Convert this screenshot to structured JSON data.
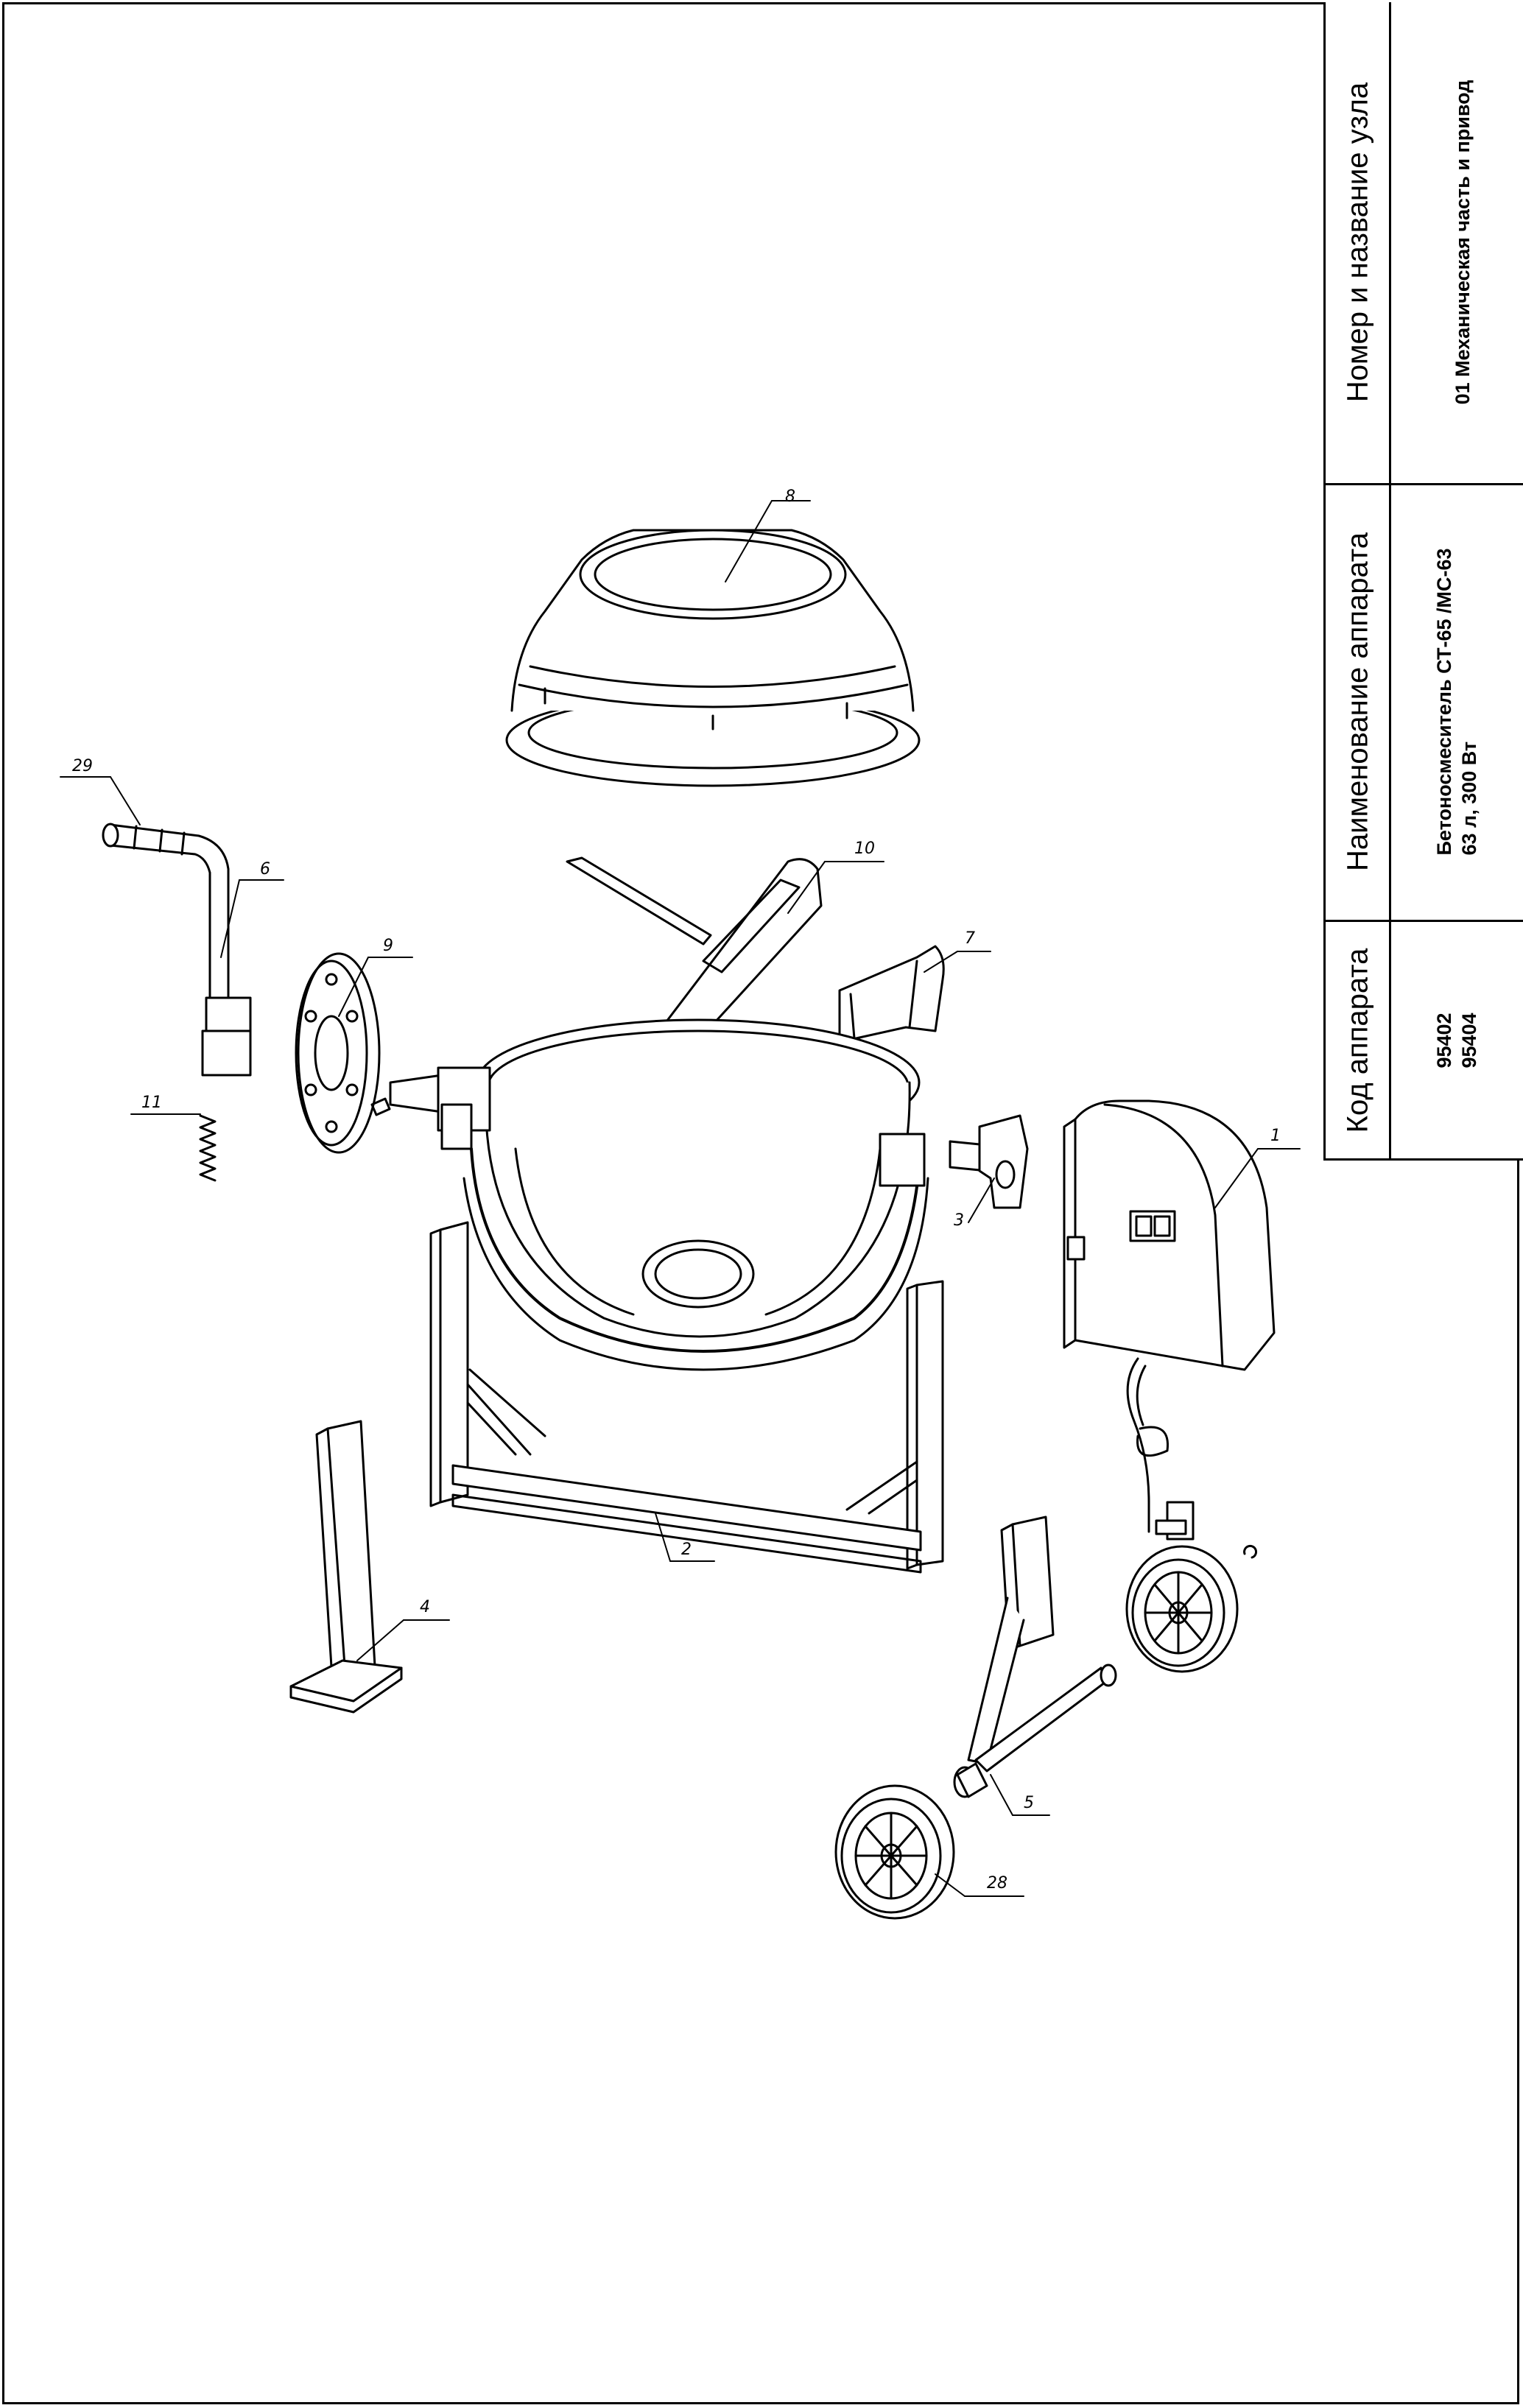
{
  "title_block": {
    "code_header": "Код аппарата",
    "code_values": [
      "95402",
      "95404"
    ],
    "name_header": "Наименование аппарата",
    "name_values": [
      "Бетоносмеситель СТ-65 /МС-63",
      "63 л, 300 Вт"
    ],
    "unit_header": "Номер и название узла",
    "unit_value": "01 Механическая часть и привод"
  },
  "callouts": [
    "8",
    "29",
    "6",
    "10",
    "7",
    "9",
    "11",
    "1",
    "3",
    "2",
    "4",
    "5",
    "28"
  ],
  "colors": {
    "line": "#000000",
    "background": "#ffffff",
    "shade": "#d9d9d9"
  }
}
